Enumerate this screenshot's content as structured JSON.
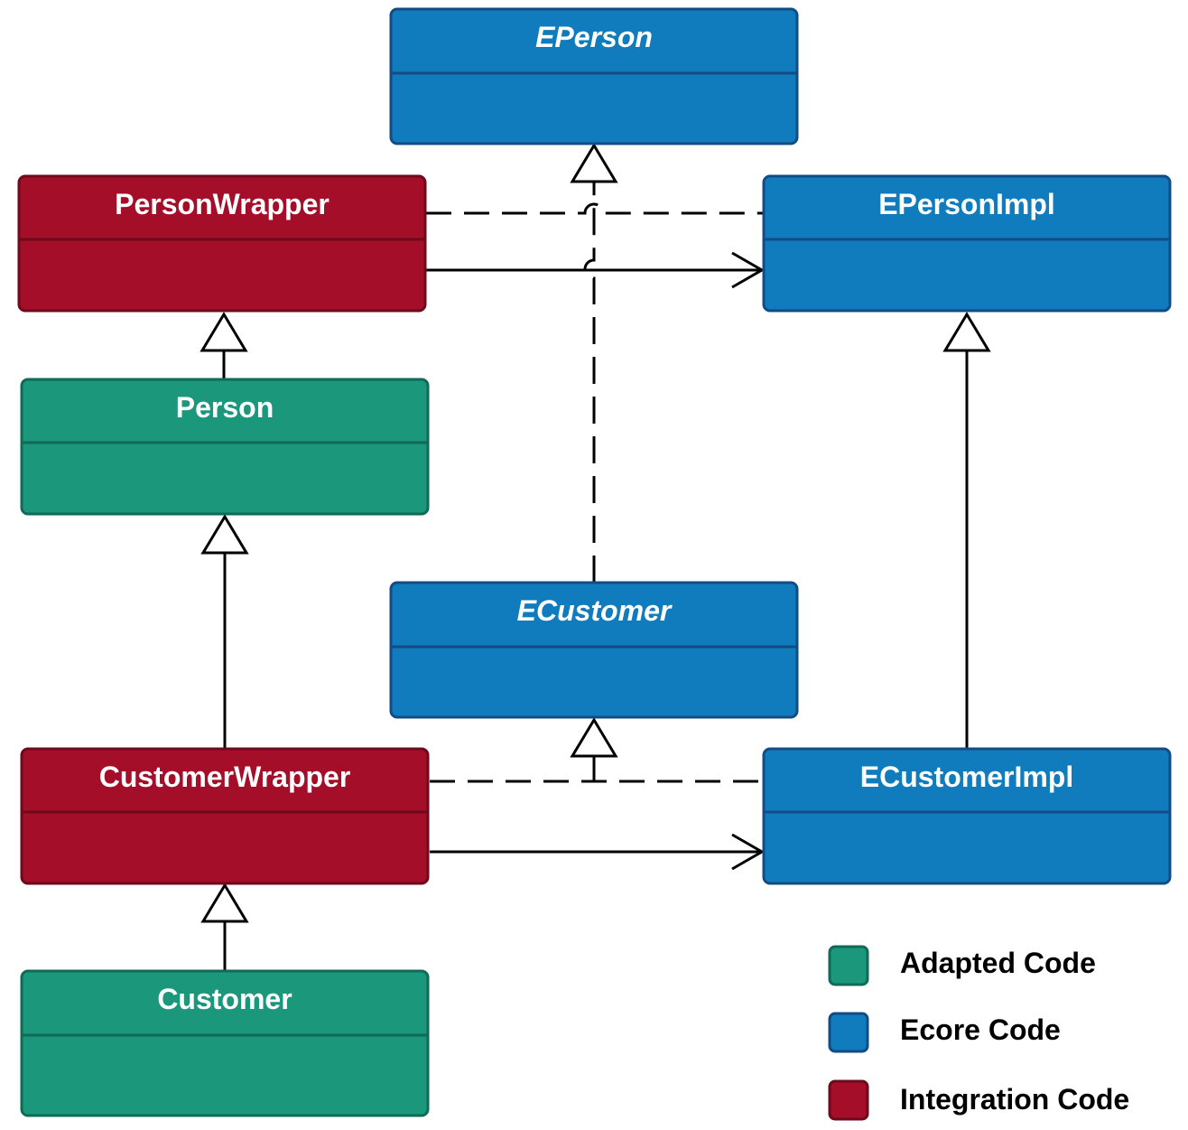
{
  "colors": {
    "adapted_fill": "#1b977c",
    "adapted_stroke": "#0f6b55",
    "ecore_fill": "#107cbd",
    "ecore_stroke": "#134c84",
    "integration_fill": "#a50e29",
    "integration_stroke": "#6d0a1b",
    "line": "#000000"
  },
  "classes": {
    "eperson": {
      "name": "EPerson",
      "category": "ecore",
      "abstract": true
    },
    "person_wrapper": {
      "name": "PersonWrapper",
      "category": "integration",
      "abstract": false
    },
    "eperson_impl": {
      "name": "EPersonImpl",
      "category": "ecore",
      "abstract": false
    },
    "person": {
      "name": "Person",
      "category": "adapted",
      "abstract": false
    },
    "ecustomer": {
      "name": "ECustomer",
      "category": "ecore",
      "abstract": true
    },
    "customer_wrapper": {
      "name": "CustomerWrapper",
      "category": "integration",
      "abstract": false
    },
    "ecustomer_impl": {
      "name": "ECustomerImpl",
      "category": "ecore",
      "abstract": false
    },
    "customer": {
      "name": "Customer",
      "category": "adapted",
      "abstract": false
    }
  },
  "relations": [
    {
      "from": "person_wrapper",
      "to": "eperson",
      "kind": "realization"
    },
    {
      "from": "eperson_impl",
      "to": "eperson",
      "kind": "realization"
    },
    {
      "from": "person_wrapper",
      "to": "eperson_impl",
      "kind": "association"
    },
    {
      "from": "person",
      "to": "person_wrapper",
      "kind": "generalization"
    },
    {
      "from": "customer_wrapper",
      "to": "person",
      "kind": "generalization"
    },
    {
      "from": "ecustomer",
      "to": "eperson",
      "kind": "realization"
    },
    {
      "from": "customer_wrapper",
      "to": "ecustomer",
      "kind": "realization"
    },
    {
      "from": "ecustomer_impl",
      "to": "ecustomer",
      "kind": "realization"
    },
    {
      "from": "customer_wrapper",
      "to": "ecustomer_impl",
      "kind": "association"
    },
    {
      "from": "ecustomer_impl",
      "to": "eperson_impl",
      "kind": "generalization"
    },
    {
      "from": "customer",
      "to": "customer_wrapper",
      "kind": "generalization"
    }
  ],
  "legend": {
    "adapted": "Adapted Code",
    "ecore": "Ecore Code",
    "integration": "Integration Code"
  }
}
